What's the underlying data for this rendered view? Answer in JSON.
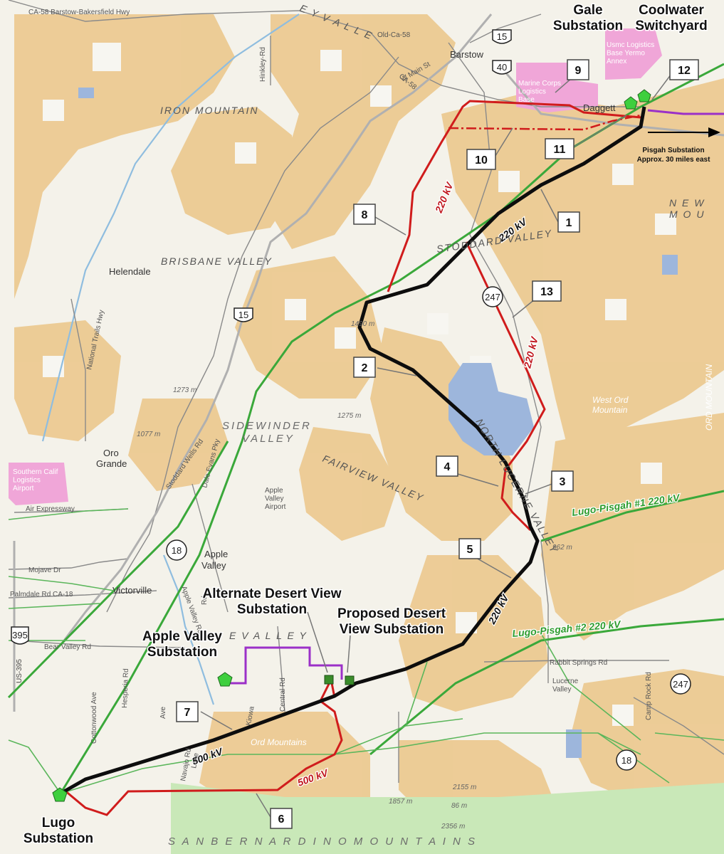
{
  "substations": {
    "gale": "Gale\nSubstation",
    "coolwater": "Coolwater\nSwitchyard",
    "alt_desert_view": "Alternate Desert View\nSubstation",
    "proposed_desert_view": "Proposed Desert\nView Substation",
    "apple_valley": "Apple Valley\nSubstation",
    "lugo": "Lugo\nSubstation"
  },
  "line_labels": {
    "kv220_red_north": "220 kV",
    "kv220_black_north": "220 kV",
    "kv220_red_east": "220 kV",
    "kv220_black_south": "220 kV",
    "kv500_black": "500 kV",
    "kv500_red": "500 kV",
    "lugo_pisgah_1": "Lugo-Pisgah #1 220 kV",
    "lugo_pisgah_2": "Lugo-Pisgah #2 220 kV"
  },
  "callouts": [
    "1",
    "2",
    "3",
    "4",
    "5",
    "6",
    "7",
    "8",
    "9",
    "10",
    "11",
    "12",
    "13"
  ],
  "pisgah_note": {
    "line1": "Pisgah Substation",
    "line2": "Approx. 30 miles east"
  },
  "places": {
    "iron_mountain": "IRON MOUNTAIN",
    "brisbane_valley": "BRISBANE VALLEY",
    "helendale": "Helendale",
    "sidewinder_valley_1": "SIDEWINDER",
    "sidewinder_valley_2": "VALLEY",
    "fairview_valley": "FAIRVIEW VALLEY",
    "stoddard_valley": "STODDARD VALLEY",
    "north_lucerne_valley": "NORTH LUCERNE VALLEY",
    "oro_grande_1": "Oro",
    "oro_grande_2": "Grande",
    "apple_valley_city_1": "Apple",
    "apple_valley_city_2": "Valley",
    "victorville": "Victorville",
    "barstow": "Barstow",
    "apple_valley_airport": "Apple\nValley\nAirport",
    "lucerne_valley": "Lucerne\nValley",
    "west_ord_mountain": "West Ord\nMountain",
    "ord_mountains": "Ord Mountains",
    "ord_mountain_vertical": "ORD MOUNTAIN",
    "so_cal_logistics": "Southern Calif\nLogistics\nAirport",
    "marine_corps": "Marine Corps\nLogistics\nBase",
    "usmc_yermo": "Usmc Logistics\nBase Yermo\nAnnex",
    "daggett": "Daggett",
    "new_mou": "N  E  W\nM  O  U",
    "san_bernardino": "S A N   B E R N A R D I N O   M O U N T A I N S",
    "valley_lower": "A L L E Y",
    "apple_valley_lower": "E  V A L L E Y",
    "valley_top": "E Y   V A L L E",
    "vally_s": "V A L L"
  },
  "roads": {
    "ca58": "CA-58 Barstow-Bakersfield Hwy",
    "old_ca58": "Old-Ca-58",
    "w_main": "W Main St",
    "ca58b": "CA-58",
    "hinkley": "Hinkley-Rd",
    "national_trails": "National Trails Hwy",
    "stoddard_wells": "Stoddard Wells Rd",
    "dale_evans": "Dale Evans Pky",
    "air_expressway": "Air Expressway",
    "mojave": "Mojave Dr",
    "palmdale": "Palmdale Rd CA-18",
    "bear_valley": "Bear Valley Rd",
    "cottonwood": "Cottonwood Ave",
    "hesperia": "Hesperia Rd",
    "kiowa": "Kiowa",
    "central": "Central Rd",
    "rabbit_springs": "Rabbit Springs Rd",
    "camp_rock": "Camp Rock Rd",
    "apple_valley_rd": "Apple Valley Rd",
    "navajo": "Navajo Rd",
    "lake": "Lake",
    "ave": "Ave",
    "rd": "Rd",
    "us395_side": "US-395"
  },
  "shields": {
    "i15_top": "15",
    "i40": "40",
    "i15_mid": "15",
    "sr247_top": "247",
    "sr247_right": "247",
    "sr18_left": "18",
    "sr18_right": "18",
    "us395": "395"
  },
  "elevations": {
    "e1490": "1490 m",
    "e1273": "1273 m",
    "e1275": "1275 m",
    "e1077": "1077 m",
    "e962": "962 m",
    "e2155": "2155 m",
    "e1857": "1857 m",
    "e86": "86 m",
    "e2356": "2356 m"
  },
  "colors": {
    "blm_land": "#ecc98f",
    "public_blue": "#9db6dc",
    "military_pink": "#f0a6d8",
    "forest_green": "#c9e8b8",
    "red_line": "#d01c1c",
    "black_line": "#0d0d0d",
    "green_line": "#3aa83a",
    "purple_line": "#9b30c8"
  }
}
